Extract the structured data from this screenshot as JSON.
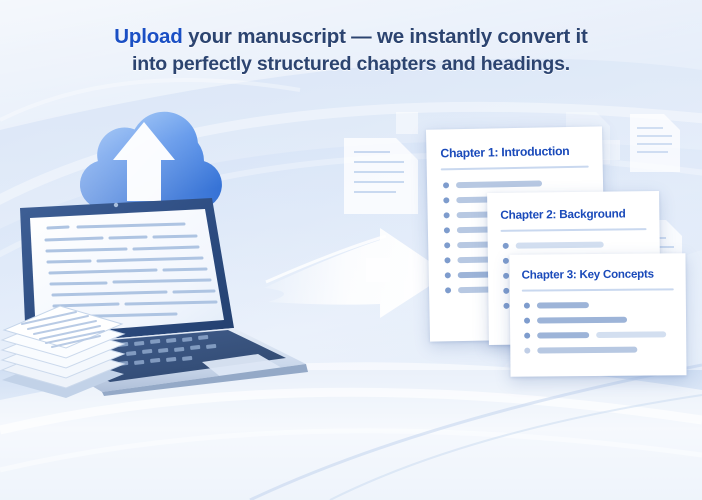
{
  "headline": {
    "accent_word": "Upload",
    "line1_rest": " your manuscript — we instantly convert it",
    "line2": "into perfectly structured chapters and headings.",
    "accent_color": "#1a4fc4",
    "text_color": "#2c4470"
  },
  "illustration": {
    "cloud_upload": {
      "icon": "cloud-upload-icon",
      "cloud_color_top": "#7fb0f2",
      "cloud_color_bottom": "#3f7fe0",
      "arrow_color": "#ffffff"
    },
    "laptop": {
      "icon": "laptop-icon",
      "screen_doc_lines": 14,
      "bezel_color": "#2e4f86",
      "body_color": "#c8d6e9"
    },
    "paper_stack": {
      "icon": "paper-stack-icon",
      "sheet_count": 6,
      "top_sheet_lines": 7
    },
    "flow_arrow": {
      "icon": "right-arrow-swoosh-icon",
      "direction": "right",
      "color": "#ffffff"
    },
    "background_documents": {
      "icon": "document-icon",
      "count": 4,
      "square_count": 7,
      "color": "#ffffff"
    }
  },
  "cards": [
    {
      "id": "card1",
      "title": "Chapter 1: Introduction",
      "rows": [
        {
          "bullet": "normal",
          "bars": [
            86
          ]
        },
        {
          "bullet": "normal",
          "bars": [
            60
          ]
        },
        {
          "bullet": "normal",
          "bars": [
            55
          ]
        },
        {
          "bullet": "normal",
          "bars": [
            78
          ]
        },
        {
          "bullet": "normal",
          "bars": [
            64
          ]
        },
        {
          "bullet": "normal",
          "bars": [
            70
          ]
        },
        {
          "bullet": "normal",
          "bars": [
            92
          ]
        },
        {
          "bullet": "normal",
          "bars": [
            58
          ]
        }
      ]
    },
    {
      "id": "card2",
      "title": "Chapter 2: Background",
      "rows": [
        {
          "bullet": "normal",
          "bars": [
            88
          ]
        },
        {
          "bullet": "normal",
          "bars": [
            46,
            62
          ]
        },
        {
          "bullet": "normal",
          "bars": [
            70
          ]
        },
        {
          "bullet": "normal",
          "bars": [
            80
          ]
        },
        {
          "bullet": "normal",
          "bars": [
            56
          ]
        }
      ]
    },
    {
      "id": "card3",
      "title": "Chapter 3: Key Concepts",
      "rows": [
        {
          "bullet": "normal",
          "bars": [
            52
          ]
        },
        {
          "bullet": "normal",
          "bars": [
            90
          ]
        },
        {
          "bullet": "normal",
          "bars": [
            52,
            70
          ]
        },
        {
          "bullet": "faint",
          "bars": [
            100
          ]
        }
      ]
    }
  ],
  "palette": {
    "background_top": "#dce7f8",
    "background_bottom": "#dfe9f7",
    "card_background": "#ffffff",
    "card_title": "#1a4aba",
    "rule": "#c9d8ef",
    "bullet": "#7e9ccd",
    "bar": "#b7c8e2",
    "bar_dark": "#9db4d8",
    "bar_light": "#d3dff0"
  }
}
